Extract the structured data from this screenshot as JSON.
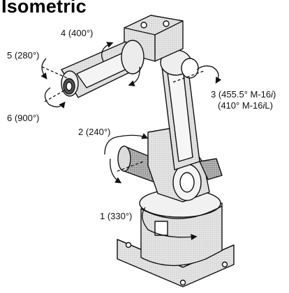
{
  "title": "Isometric",
  "axes": [
    {
      "id": "j1",
      "label": "1 (330°)"
    },
    {
      "id": "j2",
      "label": "2 (240°)"
    },
    {
      "id": "j3",
      "label_a": "3 (455.5° M-16",
      "label_a_ital": "i",
      "label_a_end": ")",
      "label_b": "(410° M-16",
      "label_b_ital": "i",
      "label_b_mid": "L",
      "label_b_end": ")"
    },
    {
      "id": "j4",
      "label": "4 (400°)"
    },
    {
      "id": "j5",
      "label": "5 (280°)"
    },
    {
      "id": "j6",
      "label": "6 (900°)"
    }
  ]
}
